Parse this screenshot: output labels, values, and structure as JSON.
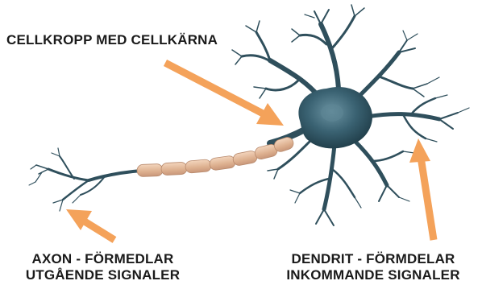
{
  "labels": {
    "cell_body": "CELLKROPP MED CELLKÄRNA",
    "axon_line1": "AXON - FÖRMEDLAR",
    "axon_line2": "UTGÅENDE SIGNALER",
    "dendrite_line1": "DENDRIT - FÖRMDELAR",
    "dendrite_line2": "INKOMMANDE SIGNALER"
  },
  "colors": {
    "neuron": "#2f4f5c",
    "neuron_highlight": "#4f7585",
    "myelin": "#e4bb9d",
    "arrow": "#f4a25a",
    "text": "#1a1a1a"
  }
}
